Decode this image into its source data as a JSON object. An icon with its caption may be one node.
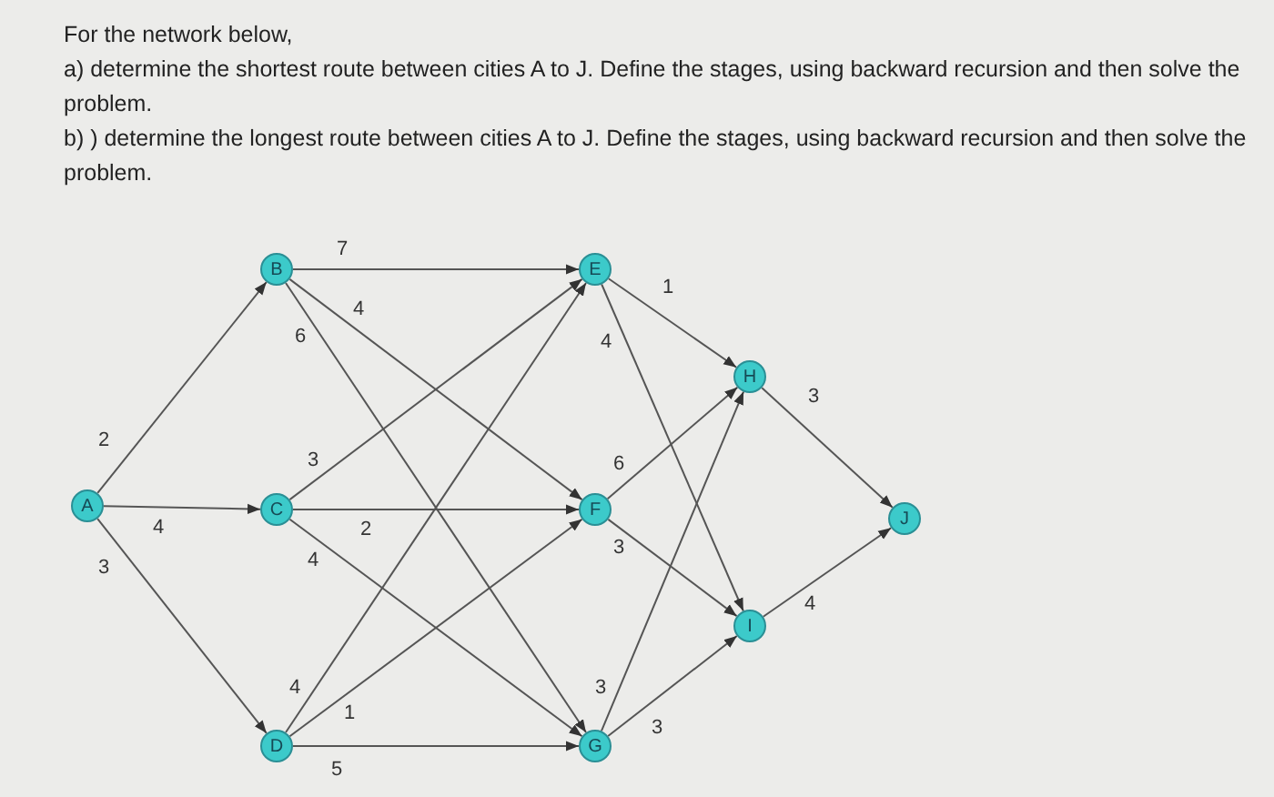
{
  "diagram": {
    "title": "For the network below,",
    "nodes": [
      {
        "text": [
          "A"
        ]
      },
      {
        "text": [
          "B"
        ]
      },
      {
        "text": [
          "C"
        ]
      },
      {
        "text": [
          "D"
        ]
      },
      {
        "text": [
          "E"
        ]
      },
      {
        "text": [
          "F"
        ]
      },
      {
        "text": [
          "G"
        ]
      },
      {
        "text": [
          "H"
        ]
      },
      {
        "text": [
          "I"
        ]
      },
      {
        "text": [
          "J"
        ]
      }
    ],
    "edges": [
      {
        "from": 0,
        "to": 1,
        "arrow": "to",
        "label": "2"
      },
      {
        "from": 0,
        "to": 2,
        "arrow": "to",
        "label": "4"
      },
      {
        "from": 0,
        "to": 3,
        "arrow": "to",
        "label": "3"
      },
      {
        "from": 1,
        "to": 4,
        "arrow": "to",
        "label": "7"
      },
      {
        "from": 1,
        "to": 5,
        "arrow": "to",
        "label": "4"
      },
      {
        "from": 1,
        "to": 6,
        "arrow": "to",
        "label": "6"
      },
      {
        "from": 2,
        "to": 4,
        "arrow": "to",
        "label": "3"
      },
      {
        "from": 2,
        "to": 5,
        "arrow": "to",
        "label": "2"
      },
      {
        "from": 2,
        "to": 6,
        "arrow": "to",
        "label": "4"
      },
      {
        "from": 3,
        "to": 4,
        "arrow": "to",
        "label": "4"
      },
      {
        "from": 3,
        "to": 5,
        "arrow": "to",
        "label": "1"
      },
      {
        "from": 3,
        "to": 6,
        "arrow": "to",
        "label": "5"
      },
      {
        "from": 4,
        "to": 7,
        "arrow": "to",
        "label": "1"
      },
      {
        "from": 4,
        "to": 8,
        "arrow": "to",
        "label": "4"
      },
      {
        "from": 5,
        "to": 7,
        "arrow": "to",
        "label": "6"
      },
      {
        "from": 5,
        "to": 8,
        "arrow": "to",
        "label": "3"
      },
      {
        "from": 6,
        "to": 7,
        "arrow": "to",
        "label": "3"
      },
      {
        "from": 6,
        "to": 8,
        "arrow": "to",
        "label": "3"
      },
      {
        "from": 7,
        "to": 9,
        "arrow": "to",
        "label": "3"
      },
      {
        "from": 8,
        "to": 9,
        "arrow": "to",
        "label": "4"
      }
    ],
    "labels": [
      "a) determine the shortest route between cities A to J. Define the stages, using backward recursion and then solve the problem.",
      "b) ) determine the longest route between cities A to J. Define the stages, using backward recursion and then solve the problem."
    ]
  }
}
